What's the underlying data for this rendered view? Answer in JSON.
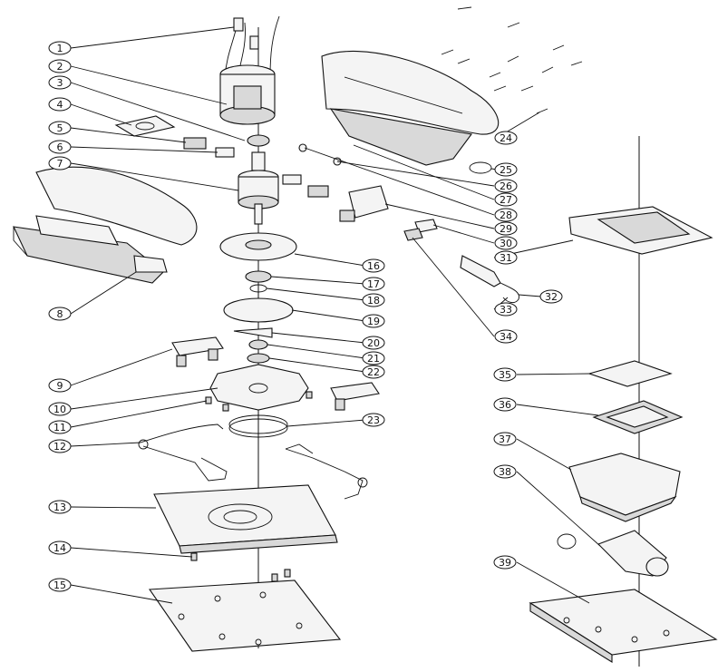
{
  "diagram": {
    "parts": [
      {
        "num": "1"
      },
      {
        "num": "2"
      },
      {
        "num": "3"
      },
      {
        "num": "4"
      },
      {
        "num": "5"
      },
      {
        "num": "6"
      },
      {
        "num": "7"
      },
      {
        "num": "8"
      },
      {
        "num": "9"
      },
      {
        "num": "10"
      },
      {
        "num": "11"
      },
      {
        "num": "12"
      },
      {
        "num": "13"
      },
      {
        "num": "14"
      },
      {
        "num": "15"
      },
      {
        "num": "16"
      },
      {
        "num": "17"
      },
      {
        "num": "18"
      },
      {
        "num": "19"
      },
      {
        "num": "20"
      },
      {
        "num": "21"
      },
      {
        "num": "22"
      },
      {
        "num": "23"
      },
      {
        "num": "24"
      },
      {
        "num": "25"
      },
      {
        "num": "26"
      },
      {
        "num": "27"
      },
      {
        "num": "28"
      },
      {
        "num": "29"
      },
      {
        "num": "30"
      },
      {
        "num": "31"
      },
      {
        "num": "32"
      },
      {
        "num": "33"
      },
      {
        "num": "34"
      },
      {
        "num": "35"
      },
      {
        "num": "36"
      },
      {
        "num": "37"
      },
      {
        "num": "38"
      },
      {
        "num": "39"
      }
    ]
  }
}
